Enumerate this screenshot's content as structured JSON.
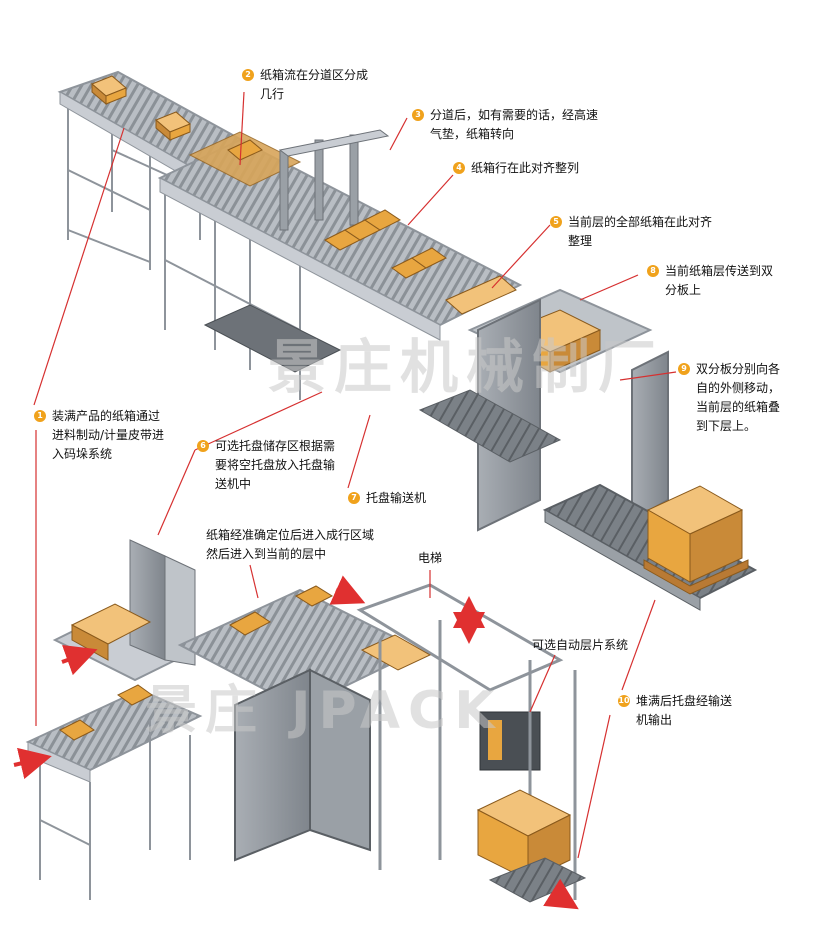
{
  "callouts": [
    {
      "num": "2",
      "text": "纸箱流在分道区分成\n几行"
    },
    {
      "num": "3",
      "text": "分道后，如有需要的话，经高速\n气垫，纸箱转向"
    },
    {
      "num": "4",
      "text": "纸箱行在此对齐整列"
    },
    {
      "num": "5",
      "text": "当前层的全部纸箱在此对齐\n整理"
    },
    {
      "num": "8",
      "text": "当前纸箱层传送到双\n分板上"
    },
    {
      "num": "9",
      "text": "双分板分别向各\n自的外侧移动，\n当前层的纸箱叠\n到下层上。"
    },
    {
      "num": "1",
      "text": "装满产品的纸箱通过\n进料制动/计量皮带进\n入码垛系统"
    },
    {
      "num": "6",
      "text": "可选托盘储存区根据需\n要将空托盘放入托盘输\n送机中"
    },
    {
      "num": "7",
      "text": "托盘输送机"
    },
    {
      "num": "10",
      "text": "堆满后托盘经输送\n机输出"
    }
  ],
  "plain_labels": {
    "align_entry": "纸箱经准确定位后进入成行区域\n然后进入到当前的层中",
    "elevator": "电梯",
    "slip_sheet": "可选自动层片系统"
  },
  "watermarks": {
    "top": "景庄机械制厂",
    "bottom": "景庄 JPACK"
  },
  "colors": {
    "badge": "#f0a21c",
    "arrow_red": "#e03030",
    "frame": "#c9cdd3",
    "frame_dark": "#8e949b",
    "carton": "#e8a640",
    "carton_dark": "#b8782a",
    "belt": "#6d7278"
  }
}
